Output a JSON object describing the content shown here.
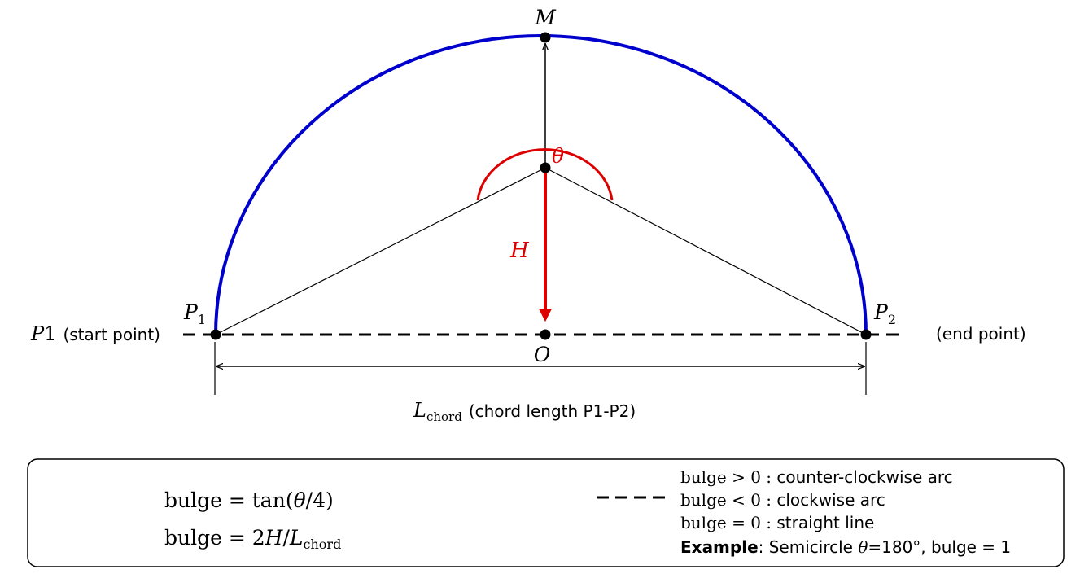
{
  "points": {
    "M": "M",
    "O": "O",
    "P1_sym": "P",
    "P1_sub": "1",
    "P2_sym": "P",
    "P2_sub": "2"
  },
  "labels": {
    "theta": "θ",
    "H": "H",
    "start_sym": "P",
    "start_num": "1",
    "start_text": "(start point)",
    "end_text": "(end point)",
    "chord_sym": "L",
    "chord_sub": "chord",
    "chord_text": "(chord length P1-P2)"
  },
  "legend": {
    "formula1_lhs": "bulge",
    "formula1_eq": " = ",
    "formula1_fn": "tan",
    "formula1_open": "(",
    "formula1_theta": "θ",
    "formula1_rest": "/4)",
    "formula2_lhs": "bulge",
    "formula2_eq": " = 2",
    "formula2_H": "H",
    "formula2_slash": "/",
    "formula2_L": "L",
    "formula2_sub": "chord",
    "line1_a": "bulge",
    "line1_b": " > 0 : ",
    "line1_c": "counter-clockwise arc",
    "line2_a": "bulge",
    "line2_b": " < 0 : ",
    "line2_c": "clockwise arc",
    "line3_a": "bulge",
    "line3_b": " = 0 : ",
    "line3_c": "straight line",
    "example_bold": "Example",
    "example_a": ": Semicircle ",
    "example_theta": "θ",
    "example_b": "=180°, bulge = 1"
  },
  "colors": {
    "arc": "#0000cc",
    "highlight": "#dd0000",
    "ink": "#000000"
  }
}
